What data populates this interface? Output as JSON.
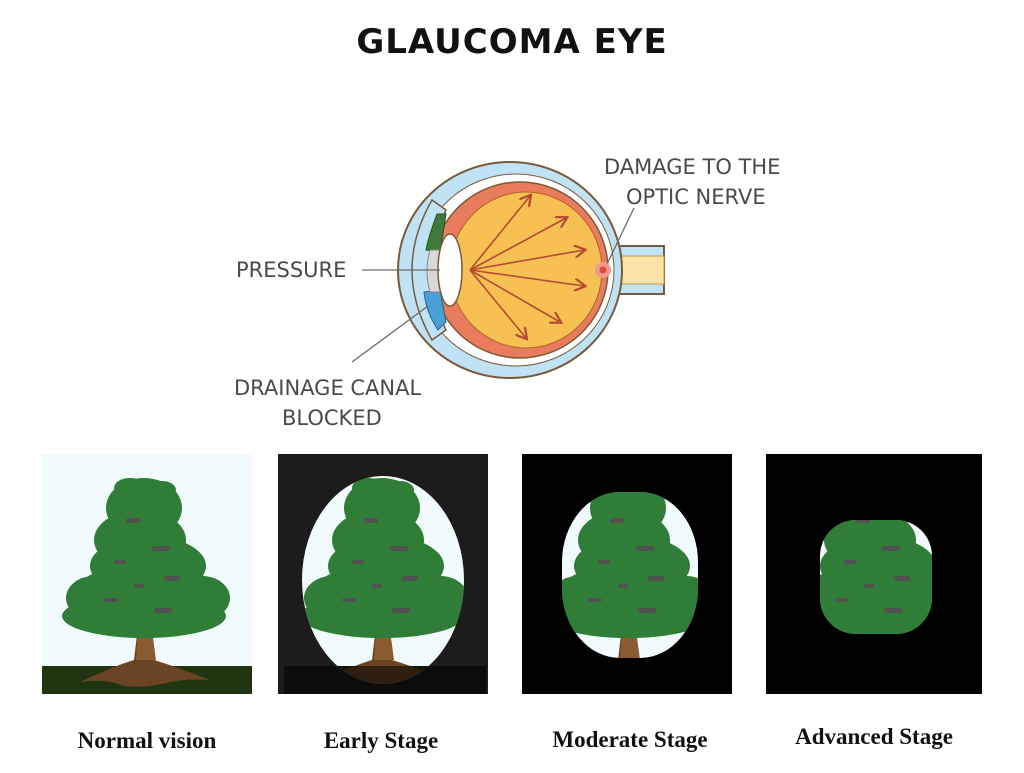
{
  "title": "GLAUCOMA EYE",
  "labels": {
    "damage_line1": "DAMAGE TO THE",
    "damage_line2": "OPTIC NERVE",
    "pressure": "PRESSURE",
    "drainage_line1": "DRAINAGE CANAL",
    "drainage_line2": "BLOCKED"
  },
  "stages": [
    {
      "caption": "Normal vision"
    },
    {
      "caption": "Early Stage"
    },
    {
      "caption": "Moderate Stage"
    },
    {
      "caption": "Advanced Stage"
    }
  ],
  "colors": {
    "sclera": "#bfe3f5",
    "choroid": "#e87c5c",
    "vitreous": "#f6c152",
    "arrows": "#b54a35",
    "optic_nerve": "#fbe3a8",
    "drain": "#4a9fd6",
    "iris": "#3f7a3c",
    "foliage": "#2f7d36",
    "vision_bg": "#f1fbfd",
    "ground": "#1f3510",
    "dark_bg": "#000000"
  }
}
